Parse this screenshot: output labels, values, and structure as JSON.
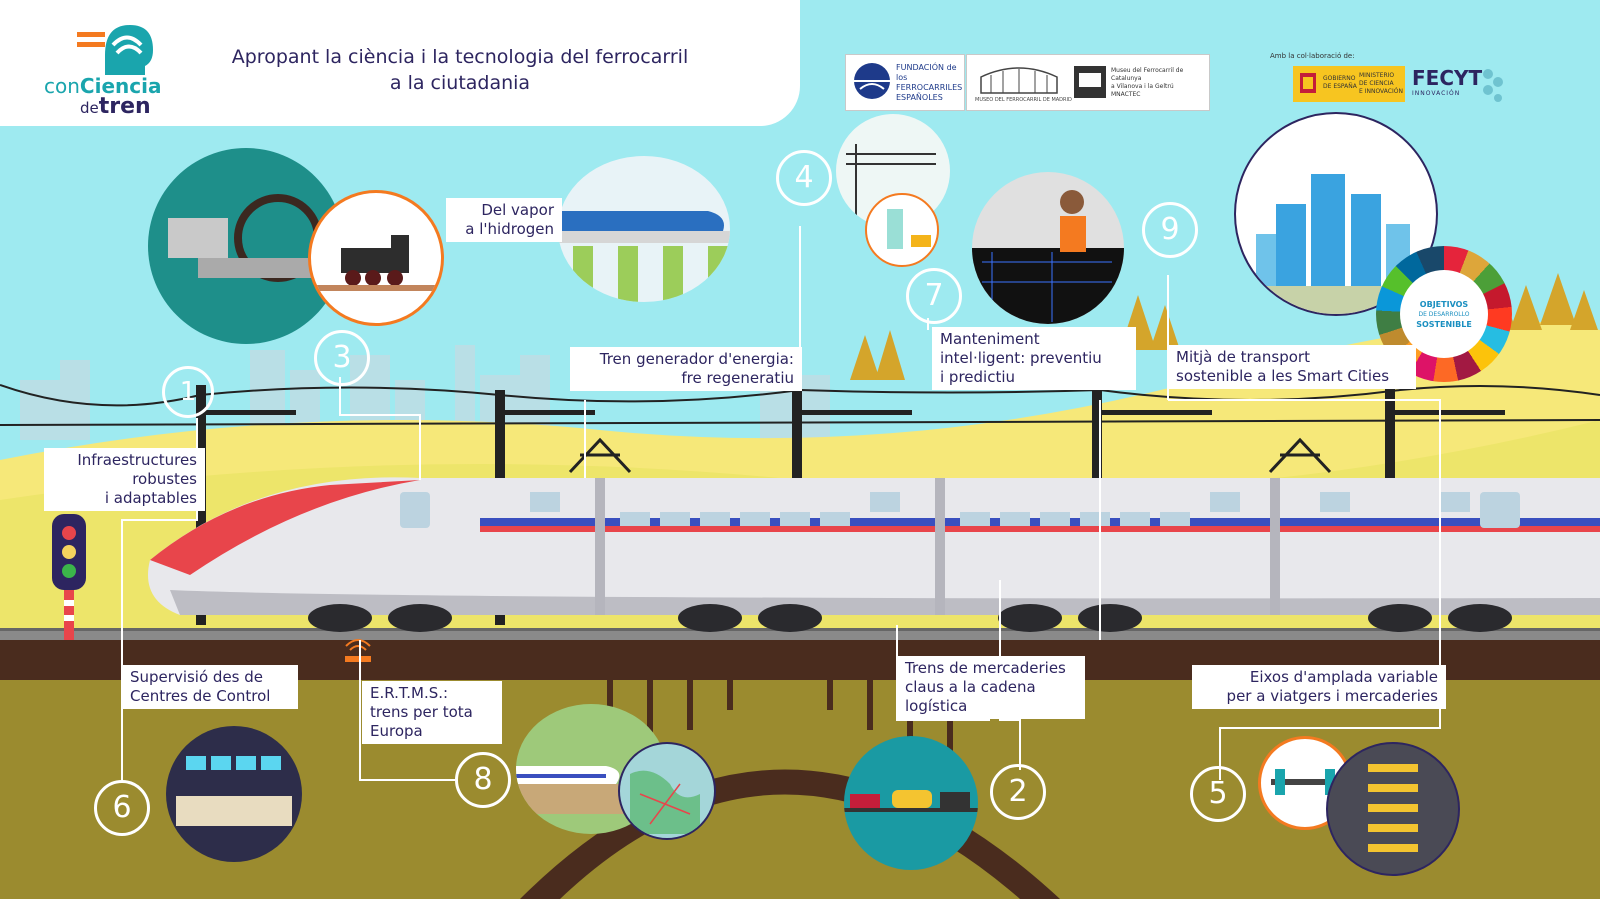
{
  "header": {
    "logo": {
      "line1_a": "con",
      "line1_b": "Ciencia",
      "line2_a": "de",
      "line2_b": "tren"
    },
    "title_line1": "Apropant la ciència i la tecnologia del ferrocarril",
    "title_line2": "a la ciutadania"
  },
  "partners": {
    "ffe": {
      "line1": "FUNDACIÓN de los",
      "line2": "FERROCARRILES",
      "line3": "ESPAÑOLES"
    },
    "museo_madrid": "MUSEO DEL FERROCARRIL DE MADRID",
    "museo_catalunya": {
      "line1": "Museu del Ferrocarril de Catalunya",
      "line2": "a Vilanova i la Geltrú",
      "line3": "MNACTEC"
    },
    "collab_label": "Amb la col·laboració de:",
    "gobierno": {
      "line1": "GOBIERNO",
      "line2": "DE ESPAÑA"
    },
    "ministerio": {
      "line1": "MINISTERIO",
      "line2": "DE CIENCIA",
      "line3": "E INNOVACIÓN"
    },
    "fecyt": "FECYT",
    "fecyt_sub": "INNOVACIÓN"
  },
  "sections": [
    {
      "number": "1",
      "lines": [
        "Infraestructures",
        "robustes",
        "i adaptables"
      ]
    },
    {
      "number": "2",
      "lines": [
        "Trens de mercaderies",
        "claus a la cadena",
        "logística"
      ]
    },
    {
      "number": "3",
      "lines": [
        "Del vapor",
        "a l'hidrogen"
      ]
    },
    {
      "number": "4",
      "lines": [
        "Tren generador d'energia:",
        "fre regeneratiu"
      ]
    },
    {
      "number": "5",
      "lines": [
        "Eixos d'amplada variable",
        "per a viatgers i mercaderies"
      ]
    },
    {
      "number": "6",
      "lines": [
        "Supervisió des de",
        "Centres de Control"
      ]
    },
    {
      "number": "7",
      "lines": [
        "Manteniment",
        "intel·ligent: preventiu",
        "i predictiu"
      ]
    },
    {
      "number": "8",
      "lines": [
        "E.R.T.M.S.:",
        "trens per tota",
        "Europa"
      ]
    },
    {
      "number": "9",
      "lines": [
        "Mitjà de transport",
        "sostenible a les Smart Cities"
      ]
    }
  ],
  "sdg_badge": {
    "line1": "OBJETIVOS",
    "line2": "DE DESARROLLO",
    "line3": "SOSTENIBLE"
  },
  "colors": {
    "sky": "#9eeaf0",
    "navy_text": "#2d2560",
    "teal": "#1aa5ad",
    "orange": "#f47a20",
    "train_red": "#e8454b",
    "train_blue": "#3a4fbf",
    "ground_brown": "#4a2c1e",
    "field_yellow": "#ede56a",
    "soil_olive": "#9b8b2f"
  }
}
